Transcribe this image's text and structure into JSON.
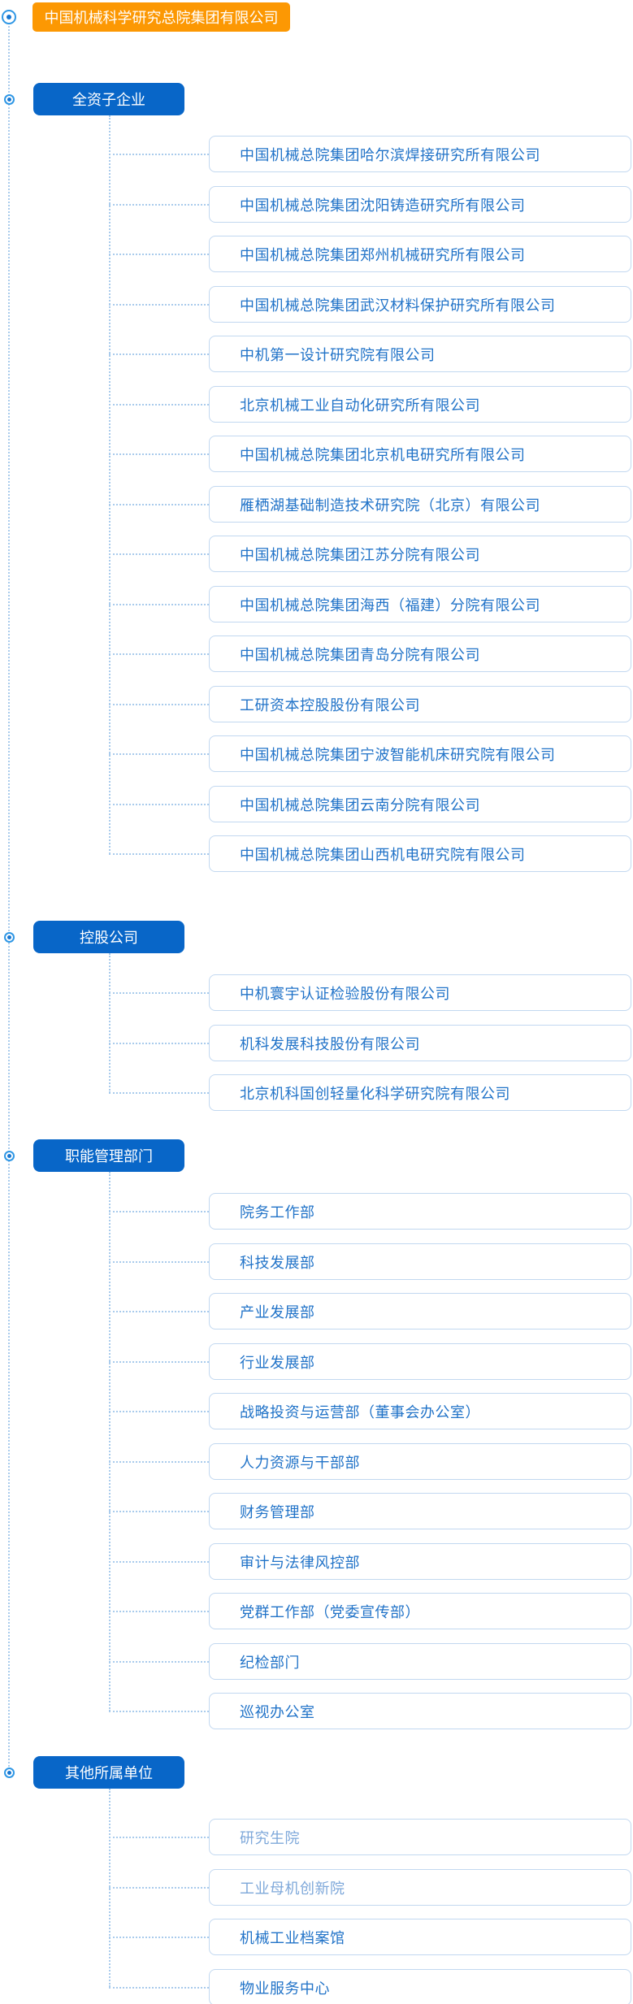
{
  "root": {
    "label": "中国机械科学研究总院集团有限公司"
  },
  "sections": [
    {
      "label": "全资子企业",
      "items": [
        {
          "label": "中国机械总院集团哈尔滨焊接研究所有限公司"
        },
        {
          "label": "中国机械总院集团沈阳铸造研究所有限公司"
        },
        {
          "label": "中国机械总院集团郑州机械研究所有限公司"
        },
        {
          "label": "中国机械总院集团武汉材料保护研究所有限公司"
        },
        {
          "label": "中机第一设计研究院有限公司"
        },
        {
          "label": "北京机械工业自动化研究所有限公司"
        },
        {
          "label": "中国机械总院集团北京机电研究所有限公司"
        },
        {
          "label": "雁栖湖基础制造技术研究院（北京）有限公司"
        },
        {
          "label": "中国机械总院集团江苏分院有限公司"
        },
        {
          "label": "中国机械总院集团海西（福建）分院有限公司"
        },
        {
          "label": "中国机械总院集团青岛分院有限公司"
        },
        {
          "label": "工研资本控股股份有限公司"
        },
        {
          "label": "中国机械总院集团宁波智能机床研究院有限公司"
        },
        {
          "label": "中国机械总院集团云南分院有限公司"
        },
        {
          "label": "中国机械总院集团山西机电研究院有限公司"
        }
      ]
    },
    {
      "label": "控股公司",
      "items": [
        {
          "label": "中机寰宇认证检验股份有限公司"
        },
        {
          "label": "机科发展科技股份有限公司"
        },
        {
          "label": "北京机科国创轻量化科学研究院有限公司"
        }
      ]
    },
    {
      "label": "职能管理部门",
      "items": [
        {
          "label": "院务工作部"
        },
        {
          "label": "科技发展部"
        },
        {
          "label": "产业发展部"
        },
        {
          "label": "行业发展部"
        },
        {
          "label": "战略投资与运营部（董事会办公室）"
        },
        {
          "label": "人力资源与干部部"
        },
        {
          "label": "财务管理部"
        },
        {
          "label": "审计与法律风控部"
        },
        {
          "label": "党群工作部（党委宣传部）"
        },
        {
          "label": "纪检部门"
        },
        {
          "label": "巡视办公室"
        }
      ]
    },
    {
      "label": "其他所属单位",
      "items": [
        {
          "label": "研究生院",
          "muted": true
        },
        {
          "label": "工业母机创新院",
          "muted": true
        },
        {
          "label": "机械工业档案馆"
        },
        {
          "label": "物业服务中心"
        }
      ]
    }
  ],
  "colors": {
    "root_bg": "#FC9803",
    "section_bg": "#0866C8",
    "item_border": "#C2D8F0",
    "item_text": "#2173C8",
    "item_text_muted": "#7EA8DA",
    "connector": "#A9CBEC",
    "bullet_ring": "#2F97E5",
    "bullet_dot": "#1877D2"
  },
  "icons": {
    "root_bullet": "target-circle-icon",
    "section_bullet": "target-circle-icon"
  }
}
